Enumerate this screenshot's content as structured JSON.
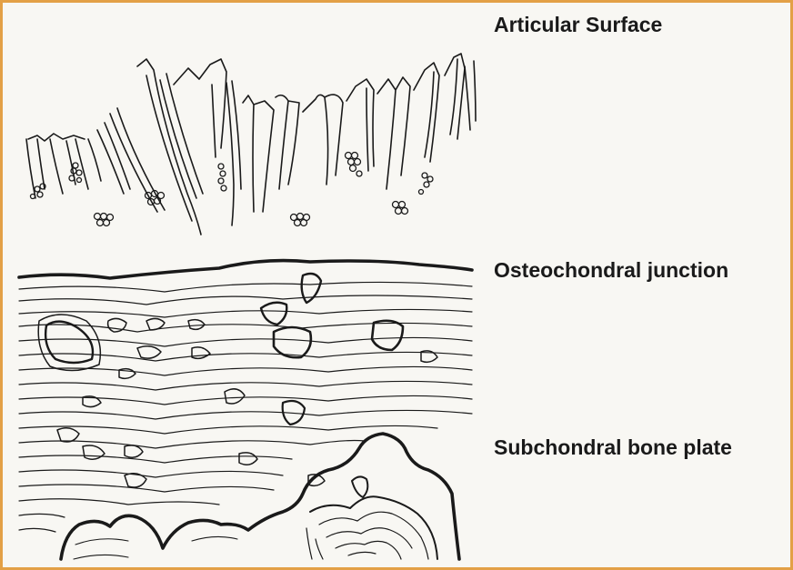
{
  "labels": {
    "articular_surface": "Articular Surface",
    "osteochondral_junction": "Osteochondral junction",
    "subchondral_bone_plate": "Subchondral bone plate"
  },
  "colors": {
    "border": "#e3a046",
    "ink": "#1a1a1a",
    "background": "#f8f7f3"
  }
}
